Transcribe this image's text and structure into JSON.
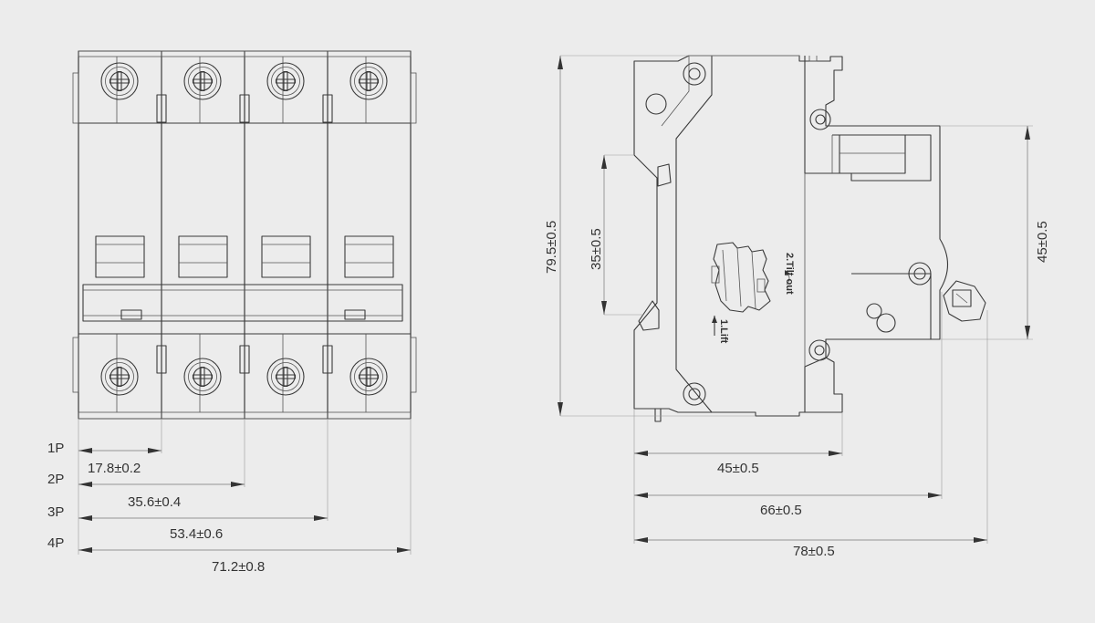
{
  "front_view": {
    "pole_labels": [
      "1P",
      "2P",
      "3P",
      "4P"
    ],
    "width_dims": [
      "17.8±0.2",
      "35.6±0.4",
      "53.4±0.6",
      "71.2±0.8"
    ]
  },
  "side_view": {
    "height_dims": [
      "79.5±0.5",
      "35±0.5",
      "45±0.5"
    ],
    "depth_dims": [
      "45±0.5",
      "66±0.5",
      "78±0.5"
    ],
    "instructions": [
      "2.Tilt out",
      "1.Lift"
    ]
  },
  "colors": {
    "background": "#ececec",
    "line": "#3a3a3a",
    "dimension": "#777777"
  }
}
